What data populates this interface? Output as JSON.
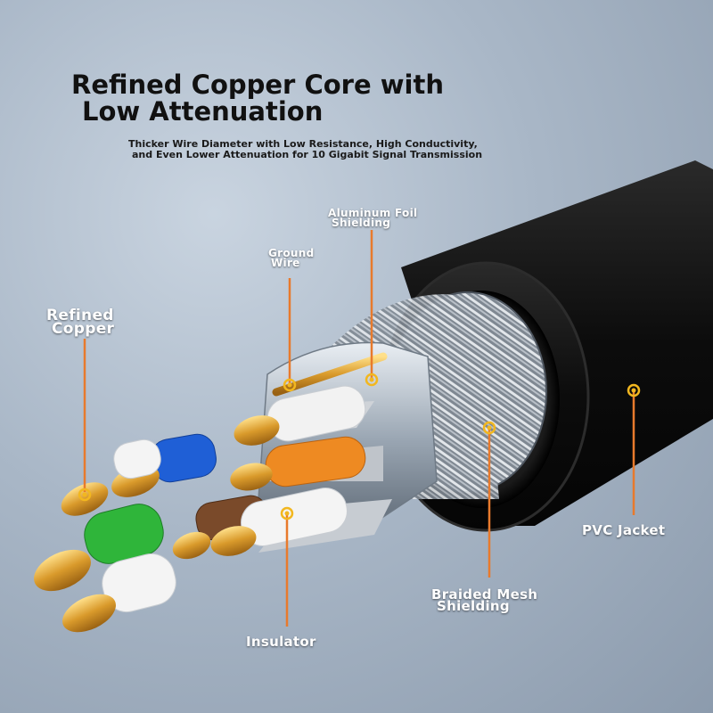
{
  "headline": {
    "line1": "Refined Copper Core with",
    "line2": "Low Attenuation"
  },
  "subheadline": {
    "line1": "Thicker Wire Diameter with Low Resistance, High Conductivity,",
    "line2": "and Even Lower Attenuation for 10 Gigabit Signal Transmission"
  },
  "callouts": {
    "aluminum_foil": {
      "line1": "Aluminum Foil",
      "line2": "Shielding"
    },
    "ground_wire": {
      "line1": "Ground",
      "line2": "Wire"
    },
    "refined_copper": {
      "line1": "Refined",
      "line2": "Copper"
    },
    "pvc_jacket": {
      "line1": "PVC Jacket"
    },
    "braided_mesh": {
      "line1": "Braided Mesh",
      "line2": "Shielding"
    },
    "insulator": {
      "line1": "Insulator"
    }
  },
  "colors": {
    "leader_line": "#e87a2c",
    "marker": "#f2b71f",
    "jacket": "#141414",
    "wire_white": "#f2f2f2",
    "wire_blue": "#1f5fd6",
    "wire_orange": "#ee8a22",
    "wire_green": "#2fb53a",
    "wire_brown": "#7a4a2a",
    "copper": "#e0a93a"
  }
}
